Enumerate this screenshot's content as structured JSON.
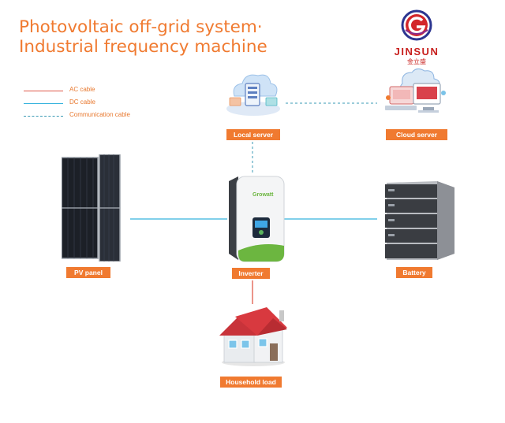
{
  "title": {
    "line1": "Photovoltaic off-grid system·",
    "line2": "Industrial frequency machine"
  },
  "logo": {
    "brand": "JINSUN",
    "sub": "金立盛"
  },
  "legend": [
    {
      "label": "AC cable",
      "color": "#e05a4a",
      "style": "solid"
    },
    {
      "label": "DC cable",
      "color": "#36b3dd",
      "style": "solid"
    },
    {
      "label": "Communication cable",
      "color": "#3a9ab4",
      "style": "dashed"
    }
  ],
  "nodes": {
    "local_server": "Local server",
    "cloud_server": "Cloud server",
    "pv_panel": "PV panel",
    "inverter": "Inverter",
    "inverter_brand": "Growatt",
    "battery": "Battery",
    "household_load": "Household load"
  },
  "colors": {
    "accent": "#f07a30",
    "brand_red": "#c8201e",
    "ac": "#e05a4a",
    "dc": "#36b3dd",
    "comm": "#3a9ab4"
  }
}
